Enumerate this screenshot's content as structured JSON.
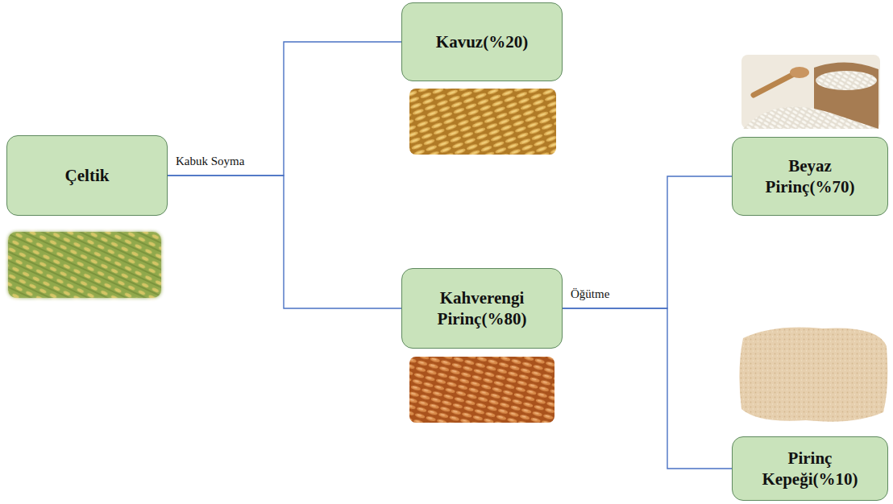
{
  "diagram": {
    "nodes": [
      {
        "text": [
          "Çeltik"
        ]
      },
      {
        "text": [
          "Kavuz(%20)"
        ]
      },
      {
        "text": [
          "Kahverengi Pirinç(%80)"
        ]
      },
      {
        "text": [
          "Beyaz Pirinç(%70)"
        ]
      },
      {
        "text": [
          "Pirinç Kepeği(%10)"
        ]
      }
    ],
    "edges": [
      {
        "from": 0,
        "to": 1,
        "label": "Kabuk Soyma",
        "arrow": "none"
      },
      {
        "from": 0,
        "to": 2,
        "arrow": "none"
      },
      {
        "from": 2,
        "to": 3,
        "label": "Öğütme",
        "arrow": "none"
      },
      {
        "from": 2,
        "to": 4,
        "arrow": "none"
      }
    ]
  }
}
